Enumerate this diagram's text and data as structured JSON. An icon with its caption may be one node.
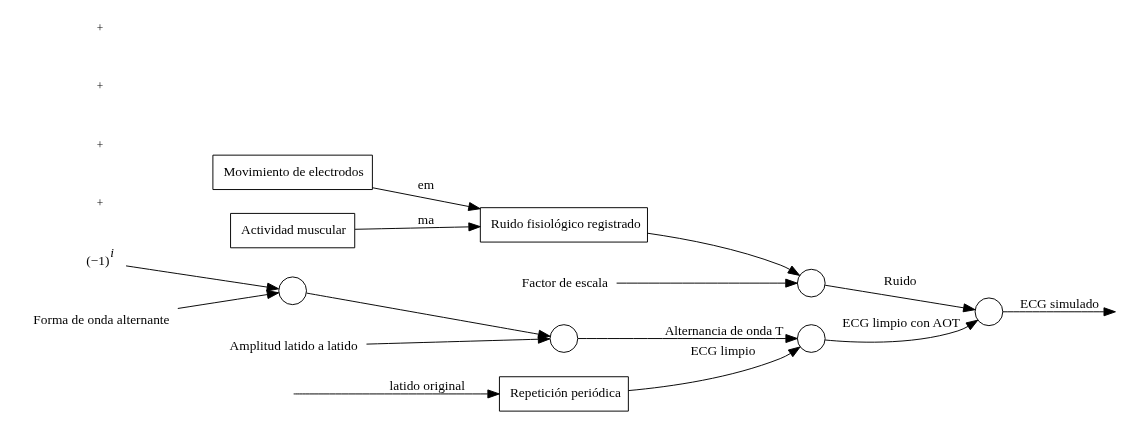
{
  "diagram": {
    "nodes": [
      {
        "text": [
          "Repetición periódica"
        ]
      },
      {
        "text": [],
        "shape": "circle"
      },
      {
        "text": [],
        "shape": "circle"
      },
      {
        "text": [],
        "shape": "circle"
      },
      {
        "text": [],
        "shape": "circle"
      },
      {
        "text": [],
        "shape": "circle"
      },
      {
        "text": [
          "Ruido fisiológico registrado"
        ]
      },
      {
        "text": [
          "Movimiento de electrodos"
        ]
      },
      {
        "text": [
          "Actividad muscular"
        ]
      },
      {
        "text": [
          "Amplitud latido a latido"
        ]
      },
      {
        "text": [
          "(−1)$^{i}$"
        ]
      },
      {
        "text": [
          "Forma de onda alternante"
        ]
      },
      {
        "text": [
          "Factor de escala"
        ]
      }
    ],
    "edges": [
      {
        "from": null,
        "to": 0,
        "arrow": "to",
        "label": "latido original"
      },
      {
        "from": 0,
        "to": 1,
        "arrow": "to",
        "label": "ECG limpio"
      },
      {
        "from": 2,
        "to": 1,
        "arrow": "to",
        "label": "Alternancia de onda T"
      },
      {
        "from": 9,
        "to": 2,
        "arrow": "to"
      },
      {
        "from": 3,
        "to": 2,
        "arrow": "to"
      },
      {
        "from": 10,
        "to": 3,
        "arrow": "to"
      },
      {
        "from": 11,
        "to": 3,
        "arrow": "to"
      },
      {
        "from": 1,
        "to": 4,
        "arrow": "to",
        "label": "ECG limpio con AOT"
      },
      {
        "from": 5,
        "to": 4,
        "arrow": "to",
        "label": "Ruido"
      },
      {
        "from": 4,
        "to": null,
        "arrow": "to",
        "label": "ECG simulado"
      },
      {
        "from": 12,
        "to": 5,
        "arrow": "to"
      },
      {
        "from": 6,
        "to": 5,
        "arrow": "to"
      },
      {
        "from": 7,
        "to": 6,
        "arrow": "to",
        "label": "em"
      },
      {
        "from": 8,
        "to": 6,
        "arrow": "to",
        "label": "ma"
      }
    ],
    "labels": [
      "+",
      "+",
      "+",
      "+"
    ]
  }
}
